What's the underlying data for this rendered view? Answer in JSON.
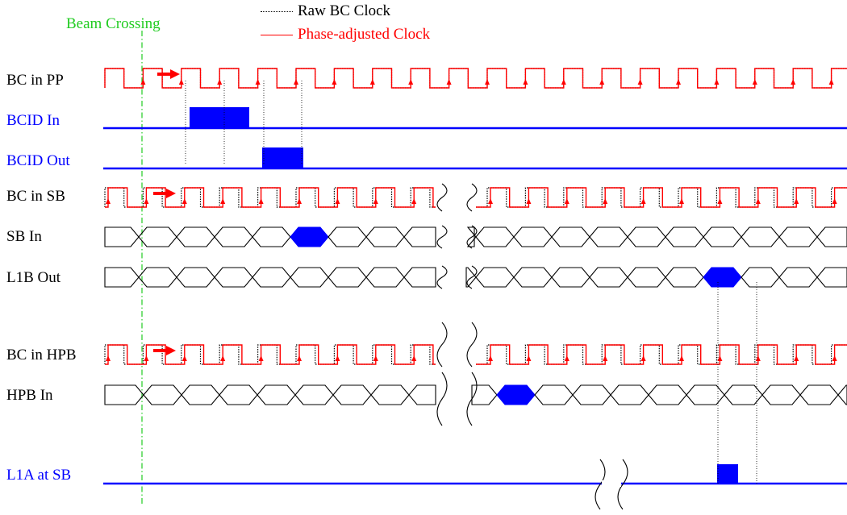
{
  "diagram": {
    "colors": {
      "raw_clock": "#000000",
      "phase_clock": "#ff0000",
      "bcid": "#0000ff",
      "fill": "#0000ff",
      "beam": "#22cc22",
      "label_default": "#000000",
      "label_blue": "#0000ff"
    },
    "beam_label": "Beam Crossing",
    "legend": {
      "raw": "Raw BC Clock",
      "phase": "Phase-adjusted Clock"
    },
    "signals": {
      "bc_pp": "BC in PP",
      "bcid_in": "BCID In",
      "bcid_out": "BCID Out",
      "bc_sb": "BC in SB",
      "sb_in": "SB In",
      "l1b_out": "L1B Out",
      "bc_hpb": "BC in HPB",
      "hpb_in": "HPB In",
      "l1a_sb": "L1A at SB"
    }
  }
}
